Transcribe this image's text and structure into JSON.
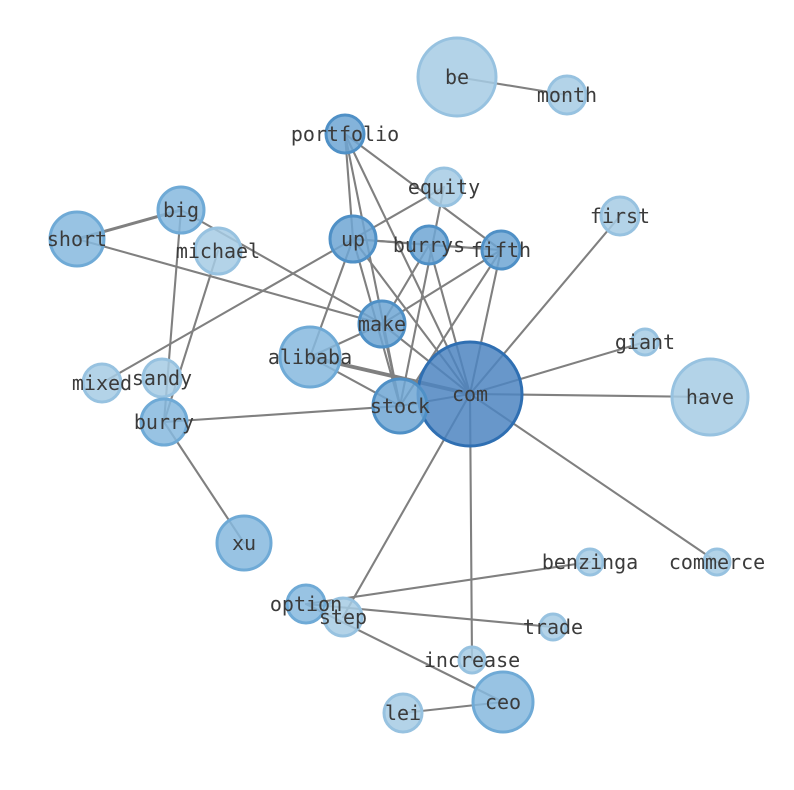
{
  "colors": {
    "edge": "#808080",
    "label": "#3b3b3b",
    "shades": {
      "light": {
        "fill": "#a6cbe4",
        "stroke": "#97c2e0"
      },
      "mid": {
        "fill": "#86b9de",
        "stroke": "#6faad6"
      },
      "midDark": {
        "fill": "#6fa6d4",
        "stroke": "#4f90c6"
      },
      "dark": {
        "fill": "#4e85c1",
        "stroke": "#2f6fb2"
      }
    }
  },
  "nodes": [
    {
      "id": "be",
      "label": "be",
      "shade": "light"
    },
    {
      "id": "month",
      "label": "month",
      "shade": "light"
    },
    {
      "id": "portfolio",
      "label": "portfolio",
      "shade": "midDark"
    },
    {
      "id": "equity",
      "label": "equity",
      "shade": "light"
    },
    {
      "id": "first",
      "label": "first",
      "shade": "light"
    },
    {
      "id": "big",
      "label": "big",
      "shade": "mid"
    },
    {
      "id": "short",
      "label": "short",
      "shade": "mid"
    },
    {
      "id": "michael",
      "label": "michael",
      "shade": "light"
    },
    {
      "id": "up",
      "label": "up",
      "shade": "midDark"
    },
    {
      "id": "burrys",
      "label": "burrys",
      "shade": "midDark"
    },
    {
      "id": "fifth",
      "label": "fifth",
      "shade": "midDark"
    },
    {
      "id": "make",
      "label": "make",
      "shade": "midDark"
    },
    {
      "id": "giant",
      "label": "giant",
      "shade": "light"
    },
    {
      "id": "alibaba",
      "label": "alibaba",
      "shade": "mid"
    },
    {
      "id": "com",
      "label": "com",
      "shade": "dark"
    },
    {
      "id": "have",
      "label": "have",
      "shade": "light"
    },
    {
      "id": "mixed",
      "label": "mixed",
      "shade": "light"
    },
    {
      "id": "sandy",
      "label": "sandy",
      "shade": "light"
    },
    {
      "id": "stock",
      "label": "stock",
      "shade": "midDark"
    },
    {
      "id": "burry",
      "label": "burry",
      "shade": "mid"
    },
    {
      "id": "xu",
      "label": "xu",
      "shade": "mid"
    },
    {
      "id": "benzinga",
      "label": "benzinga",
      "shade": "light"
    },
    {
      "id": "commerce",
      "label": "commerce",
      "shade": "light"
    },
    {
      "id": "option",
      "label": "option",
      "shade": "mid"
    },
    {
      "id": "step",
      "label": "step",
      "shade": "light"
    },
    {
      "id": "trade",
      "label": "trade",
      "shade": "light"
    },
    {
      "id": "increase",
      "label": "increase",
      "shade": "light"
    },
    {
      "id": "ceo",
      "label": "ceo",
      "shade": "mid"
    },
    {
      "id": "lei",
      "label": "lei",
      "shade": "light"
    }
  ],
  "edges": [
    {
      "source": "be",
      "target": "month",
      "weight": 1
    },
    {
      "source": "big",
      "target": "short",
      "weight": 2
    },
    {
      "source": "big",
      "target": "make",
      "weight": 1
    },
    {
      "source": "big",
      "target": "burry",
      "weight": 1
    },
    {
      "source": "short",
      "target": "make",
      "weight": 1
    },
    {
      "source": "michael",
      "target": "burry",
      "weight": 1
    },
    {
      "source": "portfolio",
      "target": "fifth",
      "weight": 1
    },
    {
      "source": "portfolio",
      "target": "com",
      "weight": 1
    },
    {
      "source": "portfolio",
      "target": "stock",
      "weight": 1
    },
    {
      "source": "portfolio",
      "target": "up",
      "weight": 1
    },
    {
      "source": "equity",
      "target": "mixed",
      "weight": 1
    },
    {
      "source": "equity",
      "target": "stock",
      "weight": 1
    },
    {
      "source": "up",
      "target": "burrys",
      "weight": 1
    },
    {
      "source": "up",
      "target": "fifth",
      "weight": 1
    },
    {
      "source": "up",
      "target": "com",
      "weight": 1
    },
    {
      "source": "up",
      "target": "stock",
      "weight": 1
    },
    {
      "source": "up",
      "target": "alibaba",
      "weight": 1
    },
    {
      "source": "burrys",
      "target": "fifth",
      "weight": 1
    },
    {
      "source": "burrys",
      "target": "make",
      "weight": 1
    },
    {
      "source": "burrys",
      "target": "com",
      "weight": 1
    },
    {
      "source": "fifth",
      "target": "make",
      "weight": 1
    },
    {
      "source": "fifth",
      "target": "com",
      "weight": 1
    },
    {
      "source": "fifth",
      "target": "stock",
      "weight": 1
    },
    {
      "source": "first",
      "target": "com",
      "weight": 1
    },
    {
      "source": "make",
      "target": "com",
      "weight": 1
    },
    {
      "source": "make",
      "target": "alibaba",
      "weight": 1
    },
    {
      "source": "make",
      "target": "stock",
      "weight": 1
    },
    {
      "source": "alibaba",
      "target": "com",
      "weight": 3
    },
    {
      "source": "alibaba",
      "target": "stock",
      "weight": 1
    },
    {
      "source": "com",
      "target": "stock",
      "weight": 1
    },
    {
      "source": "com",
      "target": "giant",
      "weight": 1
    },
    {
      "source": "com",
      "target": "have",
      "weight": 1
    },
    {
      "source": "com",
      "target": "commerce",
      "weight": 1
    },
    {
      "source": "com",
      "target": "step",
      "weight": 1
    },
    {
      "source": "com",
      "target": "increase",
      "weight": 1
    },
    {
      "source": "burry",
      "target": "stock",
      "weight": 1
    },
    {
      "source": "burry",
      "target": "xu",
      "weight": 1
    },
    {
      "source": "benzinga",
      "target": "option",
      "weight": 1
    },
    {
      "source": "option",
      "target": "trade",
      "weight": 1
    },
    {
      "source": "option",
      "target": "ceo",
      "weight": 1
    },
    {
      "source": "lei",
      "target": "ceo",
      "weight": 1
    }
  ]
}
